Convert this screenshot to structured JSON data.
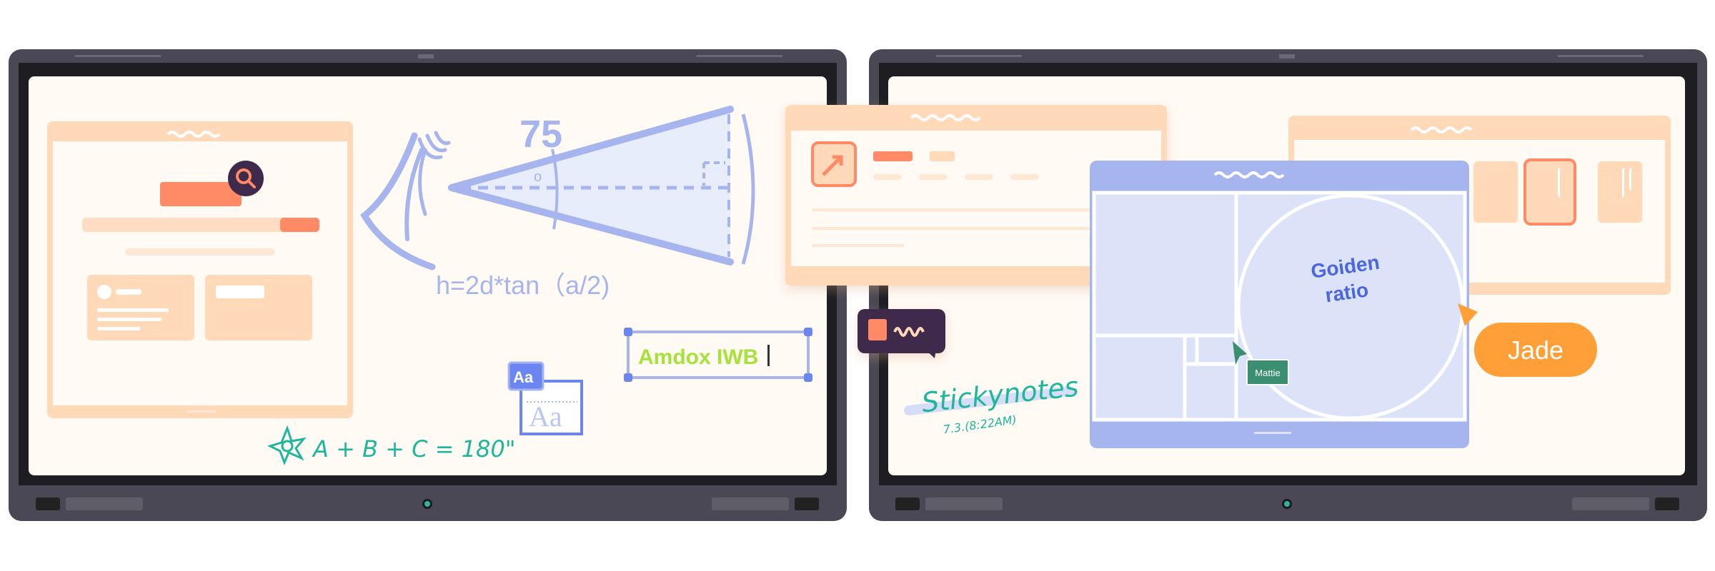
{
  "left_board": {
    "angle_label": "75",
    "degree_mark": "o",
    "formula": "h=2d*tan（a/2)",
    "text_box_value": "Amdox IWB",
    "font_icon_label": "Aa",
    "font_preview": "Aa",
    "math_note": "A + B + C = 180\""
  },
  "right_board": {
    "golden_ratio_label_1": "Goiden",
    "golden_ratio_label_2": "ratio",
    "cursor_user": "Mattie",
    "user_tag": "Jade",
    "sticky_title": "Stickynotes",
    "sticky_time": "7.3.(8:22AM)"
  },
  "colors": {
    "bezel": "#4a4854",
    "screen": "#fffaf4",
    "peach": "#ffd9b8",
    "coral": "#ff8a65",
    "periwinkle": "#a7b5ee",
    "teal": "#1fb79a",
    "lime": "#a6e23a",
    "orange": "#ff9f38",
    "green_tag": "#3a8f71",
    "dark_purple": "#3f2a4b"
  }
}
